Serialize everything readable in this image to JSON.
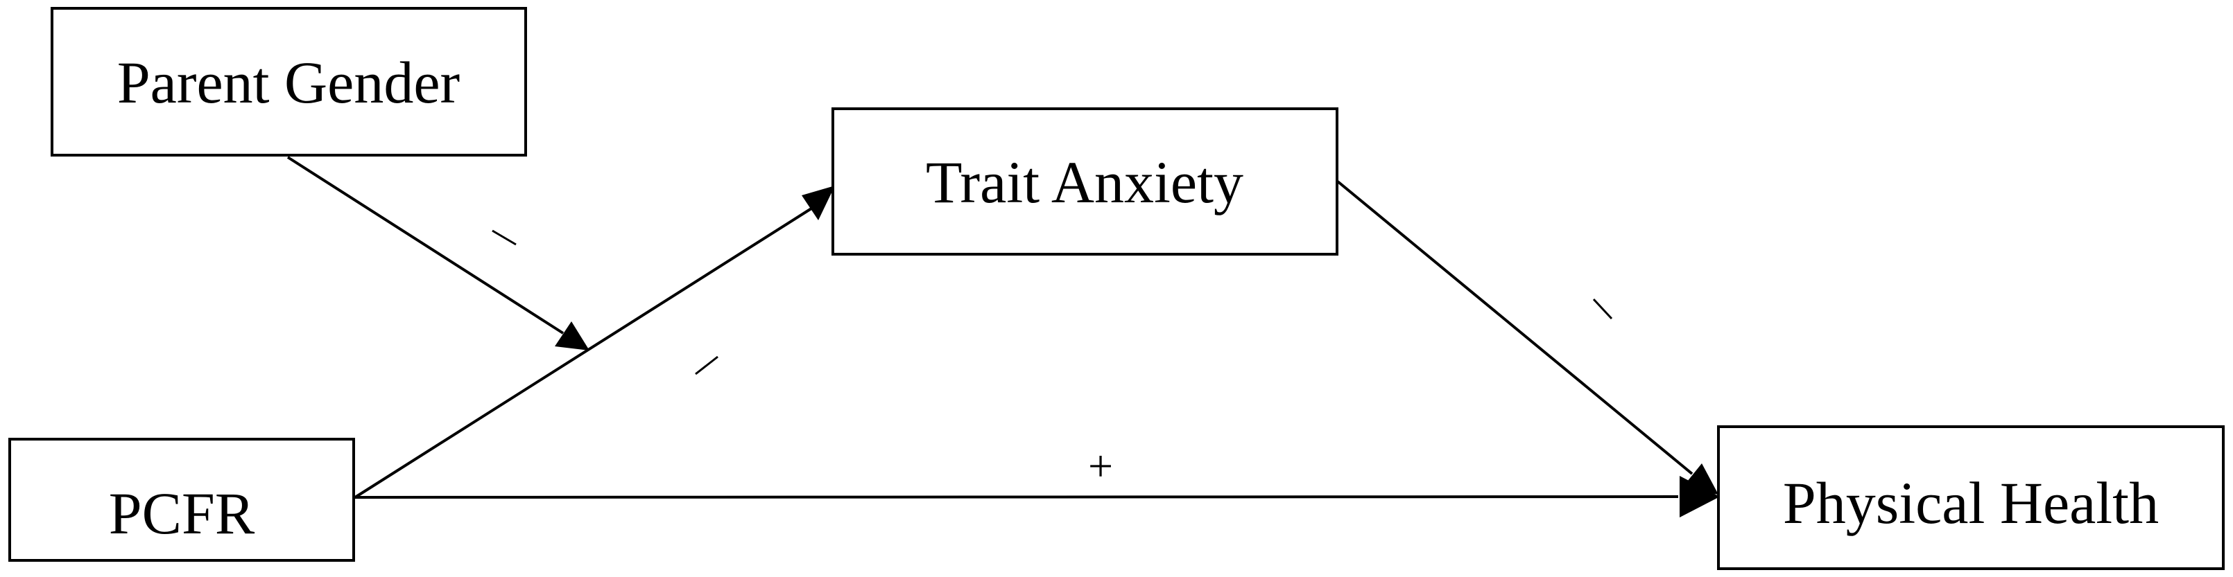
{
  "diagram": {
    "nodes": {
      "parent_gender": "Parent Gender",
      "trait_anxiety": "Trait Anxiety",
      "pcfr": "PCFR",
      "physical_health": "Physical Health"
    },
    "edges": [
      {
        "from": "parent_gender",
        "to": "pcfr_to_trait_anxiety_path",
        "sign": "−",
        "type": "moderation"
      },
      {
        "from": "pcfr",
        "to": "trait_anxiety",
        "sign": "−"
      },
      {
        "from": "trait_anxiety",
        "to": "physical_health",
        "sign": "−"
      },
      {
        "from": "pcfr",
        "to": "physical_health",
        "sign": "+"
      }
    ],
    "signs": {
      "direct_effect": "+"
    }
  }
}
